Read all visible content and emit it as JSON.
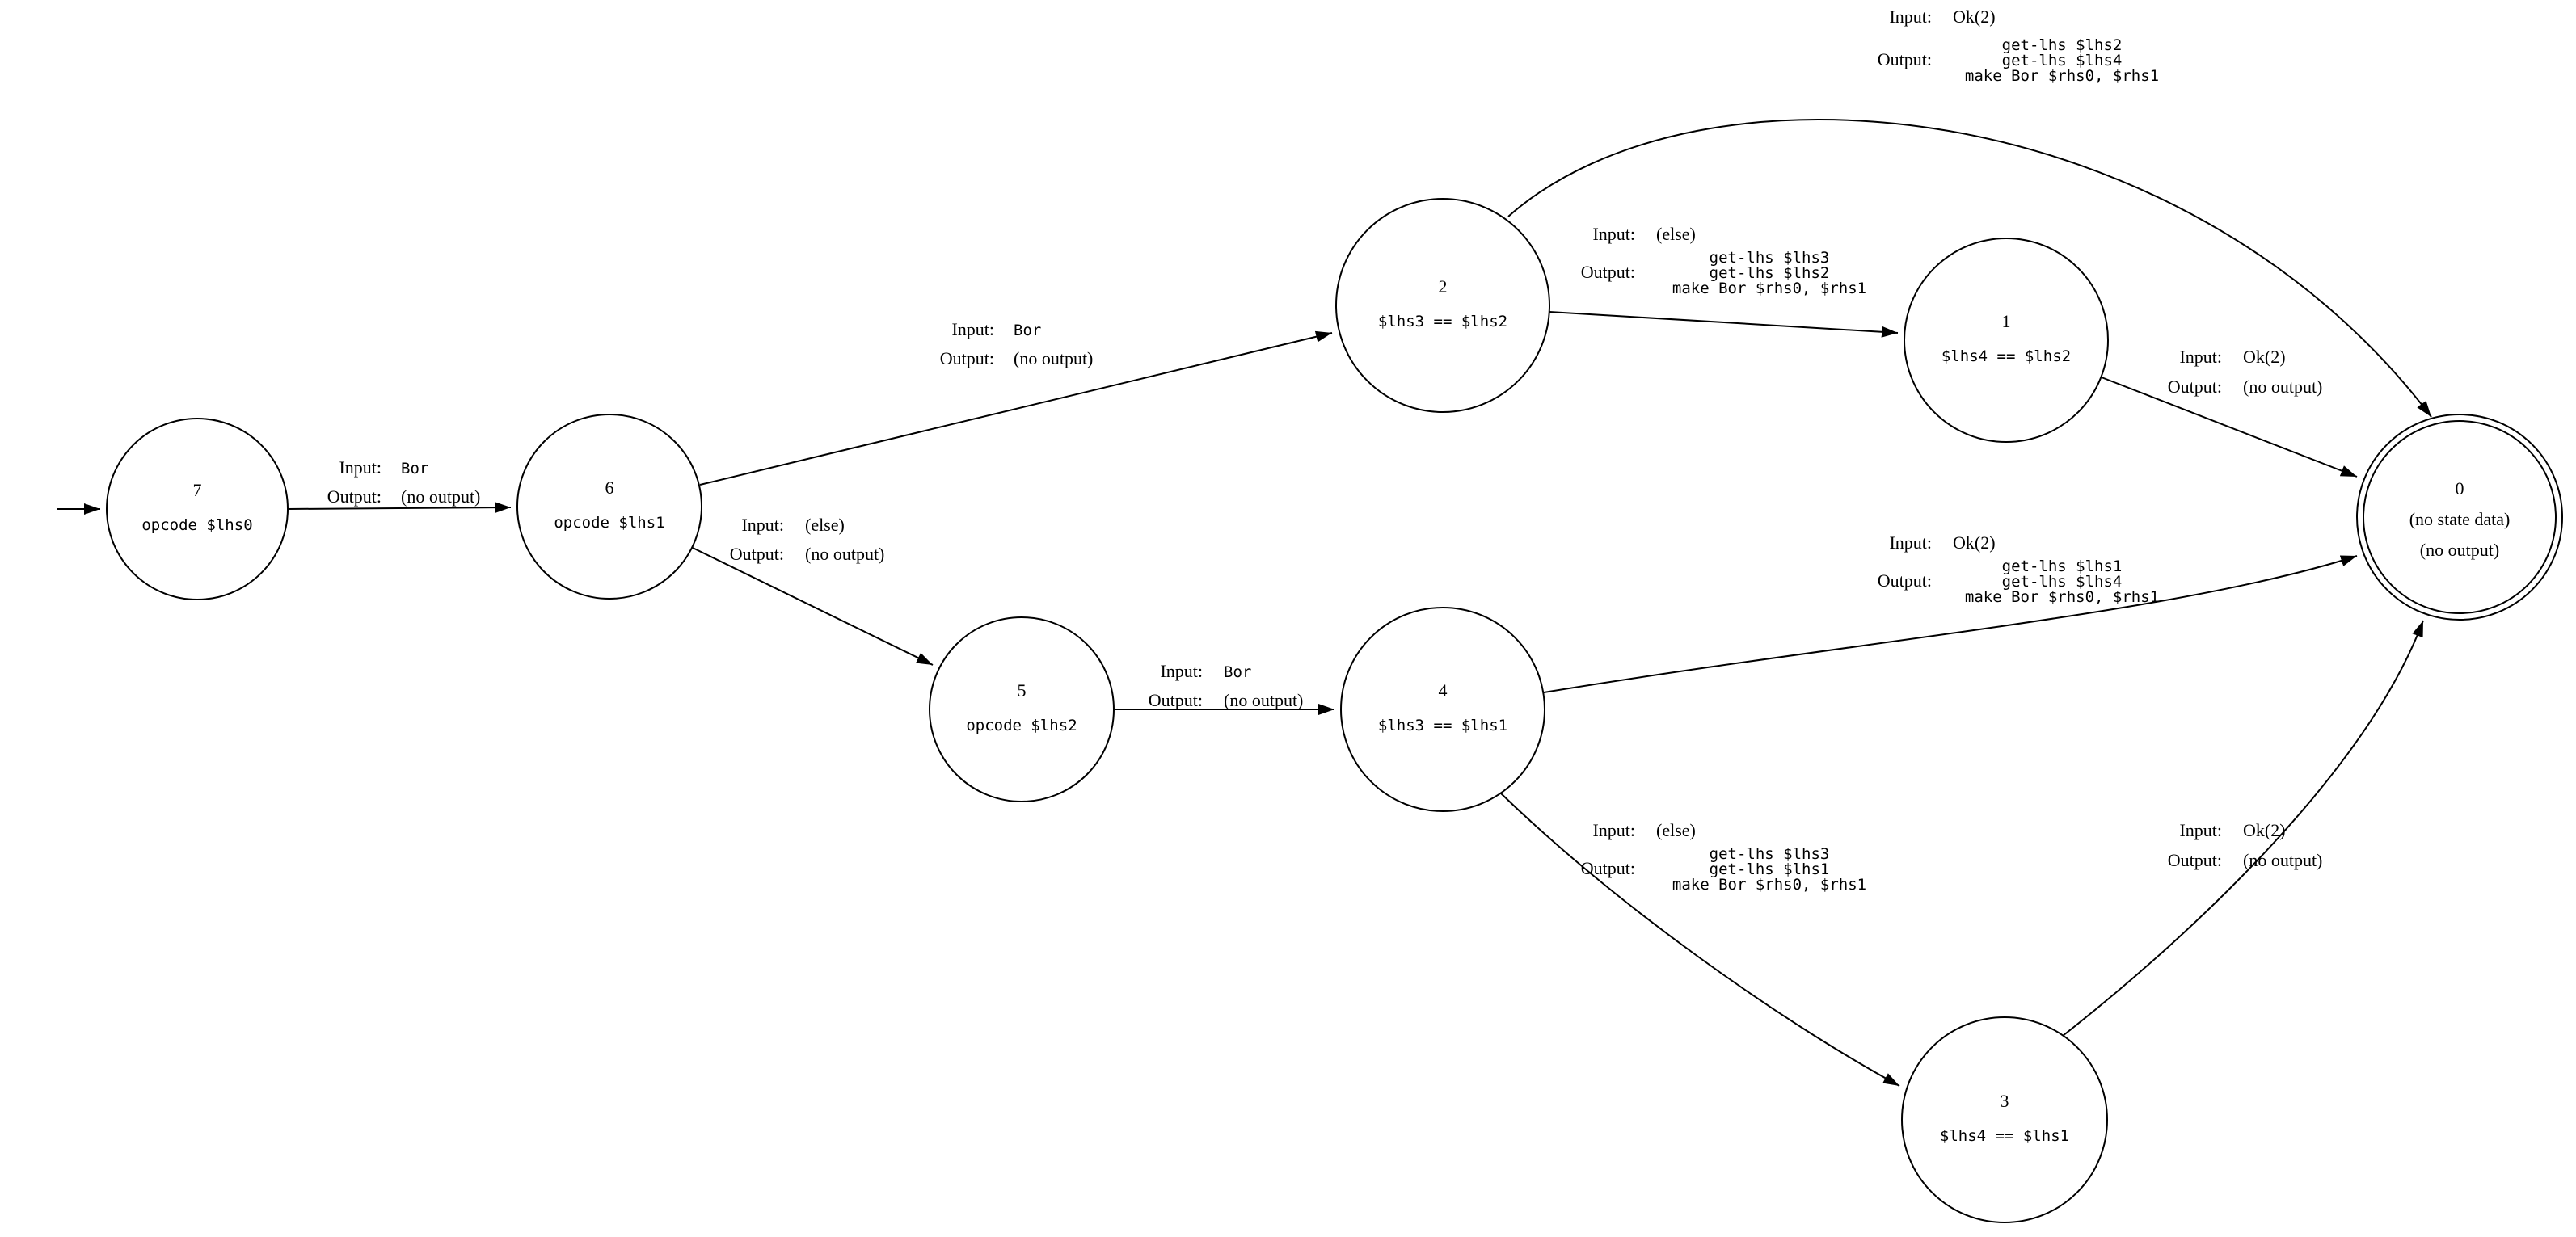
{
  "diagram_type": "finite-state-machine",
  "colors": {
    "stroke": "#000000",
    "background": "#ffffff"
  },
  "labels": {
    "input": "Input:",
    "output": "Output:"
  },
  "states": {
    "s7": {
      "id": "7",
      "code": "opcode $lhs0"
    },
    "s6": {
      "id": "6",
      "code": "opcode $lhs1"
    },
    "s5": {
      "id": "5",
      "code": "opcode $lhs2"
    },
    "s2": {
      "id": "2",
      "code": "$lhs3 == $lhs2"
    },
    "s1": {
      "id": "1",
      "code": "$lhs4 == $lhs2"
    },
    "s4": {
      "id": "4",
      "code": "$lhs3 == $lhs1"
    },
    "s3": {
      "id": "3",
      "code": "$lhs4 == $lhs1"
    },
    "s0": {
      "id": "0",
      "line1": "(no state data)",
      "line2": "(no output)"
    }
  },
  "edges": {
    "e7_6": {
      "input": "Bor",
      "output": "(no output)"
    },
    "e6_2": {
      "input": "Bor",
      "output": "(no output)"
    },
    "e6_5": {
      "input": "(else)",
      "output": "(no output)"
    },
    "e2_0": {
      "input": "Ok(2)",
      "output_lines": [
        "get-lhs $lhs2",
        "get-lhs $lhs4",
        "make Bor $rhs0, $rhs1"
      ]
    },
    "e2_1": {
      "input": "(else)",
      "output_lines": [
        "get-lhs $lhs3",
        "get-lhs $lhs2",
        "make Bor $rhs0, $rhs1"
      ]
    },
    "e1_0": {
      "input": "Ok(2)",
      "output": "(no output)"
    },
    "e5_4": {
      "input": "Bor",
      "output": "(no output)"
    },
    "e4_0": {
      "input": "Ok(2)",
      "output_lines": [
        "get-lhs $lhs1",
        "get-lhs $lhs4",
        "make Bor $rhs0, $rhs1"
      ]
    },
    "e4_3": {
      "input": "(else)",
      "output_lines": [
        "get-lhs $lhs3",
        "get-lhs $lhs1",
        "make Bor $rhs0, $rhs1"
      ]
    },
    "e3_0": {
      "input": "Ok(2)",
      "output": "(no output)"
    }
  }
}
